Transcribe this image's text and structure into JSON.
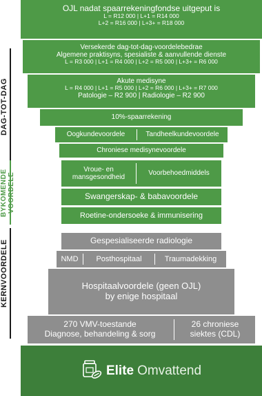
{
  "sections": {
    "daily": "DAG-TOT-DAG",
    "extra": "BYKOMENDE VOORDELE",
    "core": "KERNVOORDELE"
  },
  "tiers": {
    "savings_line1": "OJL nadat spaarrekeningfondse uitgeput is",
    "savings_line2": "L = R12 000 | L+1 = R14 000",
    "savings_line3": "L+2 = R16 000 | L+3+ = R18 000",
    "daytoday_line1": "Versekerde dag-tot-dag-voordelebedrae",
    "daytoday_line2": "Algemene praktisyns, spesialiste & aanvullende dienste",
    "daytoday_line3": "L = R3 000 | L+1 = R4 000 | L+2 = R5 000 | L+3+ = R6 000",
    "acute_line1": "Akute medisyne",
    "acute_line2": "L = R4 000 | L+1 = R5 000 | L+2 = R6 000 | L+3+ = R7 000",
    "acute_line3": "Patologie – R2 900 | Radiologie – R2 900",
    "savings10": "10%-spaarrekening",
    "optom": "Oogkundevoordele",
    "dental": "Tandheelkundevoordele",
    "chronic_med": "Chroniese medisynevoordele",
    "womens": "Vroue- en mansgesondheid",
    "preventive": "Voorbehoedmiddels",
    "maternity": "Swangerskap- & babavoordele",
    "screening": "Roetine-ondersoeke & immunisering",
    "radiology": "Gespesialiseerde radiologie",
    "nmd": "NMD",
    "posthosp": "Posthospitaal",
    "trauma": "Traumadekking",
    "hospital_line1": "Hospitaalvoordele (geen OJL)",
    "hospital_line2": "by enige hospitaal",
    "pmb_line1": "270 VMV-toestande",
    "pmb_line2": "Diagnose, behandeling & sorg",
    "cdl_line1": "26 chroniese",
    "cdl_line2": "siektes (CDL)"
  },
  "footer": {
    "icon": "medicine-bottle-icon",
    "brand": "Elite",
    "plan": "Omvattend"
  },
  "colors": {
    "green": "#4e9a47",
    "dark_green": "#3d7f3a",
    "grey": "#8e8e8e"
  }
}
